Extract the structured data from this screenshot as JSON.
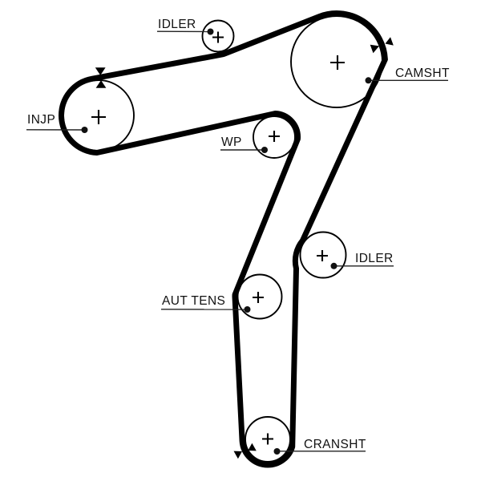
{
  "diagram": {
    "type": "timing-belt-routing-diagram",
    "background": "#ffffff",
    "ink": "#000000",
    "pulleys": [
      {
        "name": "idler-top",
        "label": "IDLER"
      },
      {
        "name": "camshaft",
        "label": "CAMSHT"
      },
      {
        "name": "injection-pump",
        "label": "INJP"
      },
      {
        "name": "water-pump",
        "label": "WP"
      },
      {
        "name": "idler-lower-right",
        "label": "IDLER"
      },
      {
        "name": "automatic-tensioner",
        "label": "AUT TENS"
      },
      {
        "name": "crankshaft",
        "label": "CRANSHT"
      }
    ]
  }
}
